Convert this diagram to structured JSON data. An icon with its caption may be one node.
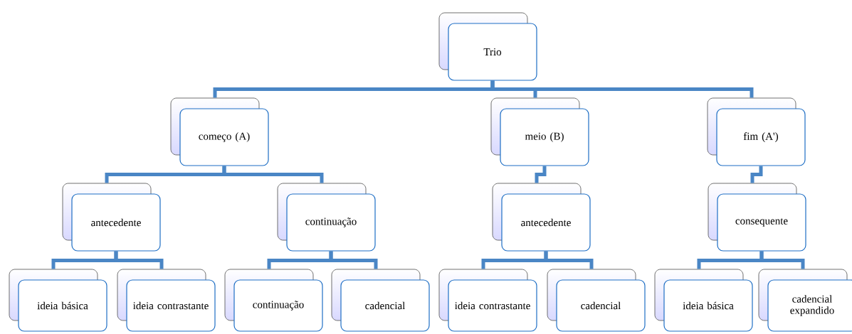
{
  "diagram": {
    "nodes": [
      {
        "text": [
          "Trio"
        ]
      },
      {
        "text": [
          "começo (A)"
        ]
      },
      {
        "text": [
          "meio (B)"
        ]
      },
      {
        "text": [
          "fim (A')"
        ]
      },
      {
        "text": [
          "antecedente"
        ]
      },
      {
        "text": [
          "continuação"
        ]
      },
      {
        "text": [
          "antecedente"
        ]
      },
      {
        "text": [
          "consequente"
        ]
      },
      {
        "text": [
          "ideia básica"
        ]
      },
      {
        "text": [
          "ideia contrastante"
        ]
      },
      {
        "text": [
          "continuação"
        ]
      },
      {
        "text": [
          "cadencial"
        ]
      },
      {
        "text": [
          "ideia contrastante"
        ]
      },
      {
        "text": [
          "cadencial"
        ]
      },
      {
        "text": [
          "ideia básica"
        ]
      },
      {
        "text": [
          "cadencial expandido"
        ]
      }
    ],
    "edges": [
      {
        "from": 0,
        "to": 1,
        "arrow": "none"
      },
      {
        "from": 0,
        "to": 2,
        "arrow": "none"
      },
      {
        "from": 0,
        "to": 3,
        "arrow": "none"
      },
      {
        "from": 1,
        "to": 4,
        "arrow": "none"
      },
      {
        "from": 1,
        "to": 5,
        "arrow": "none"
      },
      {
        "from": 2,
        "to": 6,
        "arrow": "none"
      },
      {
        "from": 3,
        "to": 7,
        "arrow": "none"
      },
      {
        "from": 4,
        "to": 8,
        "arrow": "none"
      },
      {
        "from": 4,
        "to": 9,
        "arrow": "none"
      },
      {
        "from": 5,
        "to": 10,
        "arrow": "none"
      },
      {
        "from": 5,
        "to": 11,
        "arrow": "none"
      },
      {
        "from": 6,
        "to": 12,
        "arrow": "none"
      },
      {
        "from": 6,
        "to": 13,
        "arrow": "none"
      },
      {
        "from": 7,
        "to": 14,
        "arrow": "none"
      },
      {
        "from": 7,
        "to": 15,
        "arrow": "none"
      }
    ]
  }
}
